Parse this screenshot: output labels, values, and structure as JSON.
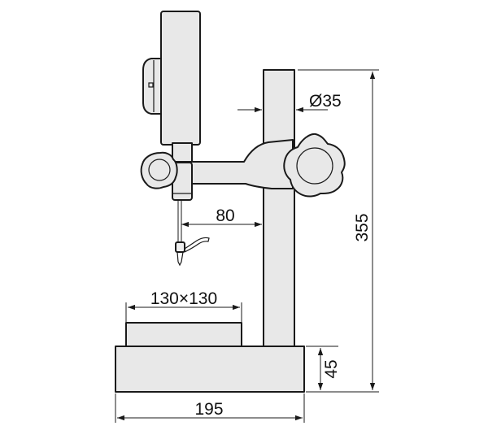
{
  "dimensions": {
    "column_diameter": "Ø35",
    "total_height": "355",
    "arm_reach": "80",
    "anvil_size": "130×130",
    "base_height": "45",
    "base_width": "195"
  }
}
